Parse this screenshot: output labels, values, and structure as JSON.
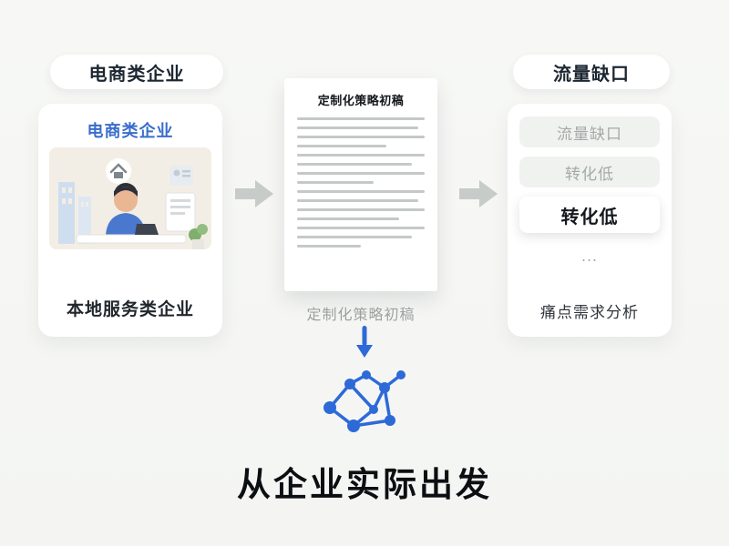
{
  "left": {
    "pill_label": "电商类企业",
    "card_title": "电商类企业",
    "card_caption": "本地服务类企业"
  },
  "middle": {
    "doc_title": "定制化策略初稿",
    "caption": "定制化策略初稿"
  },
  "right": {
    "pill_label": "流量缺口",
    "items": [
      {
        "label": "流量缺口",
        "style": "muted"
      },
      {
        "label": "转化低",
        "style": "muted"
      },
      {
        "label": "转化低",
        "style": "strong"
      },
      {
        "label": "...",
        "style": "dots"
      }
    ],
    "caption": "痛点需求分析"
  },
  "bottom": {
    "headline": "从企业实际出发"
  },
  "colors": {
    "accent_blue": "#2d6ad8",
    "arrow_gray": "#c7cbc9"
  }
}
